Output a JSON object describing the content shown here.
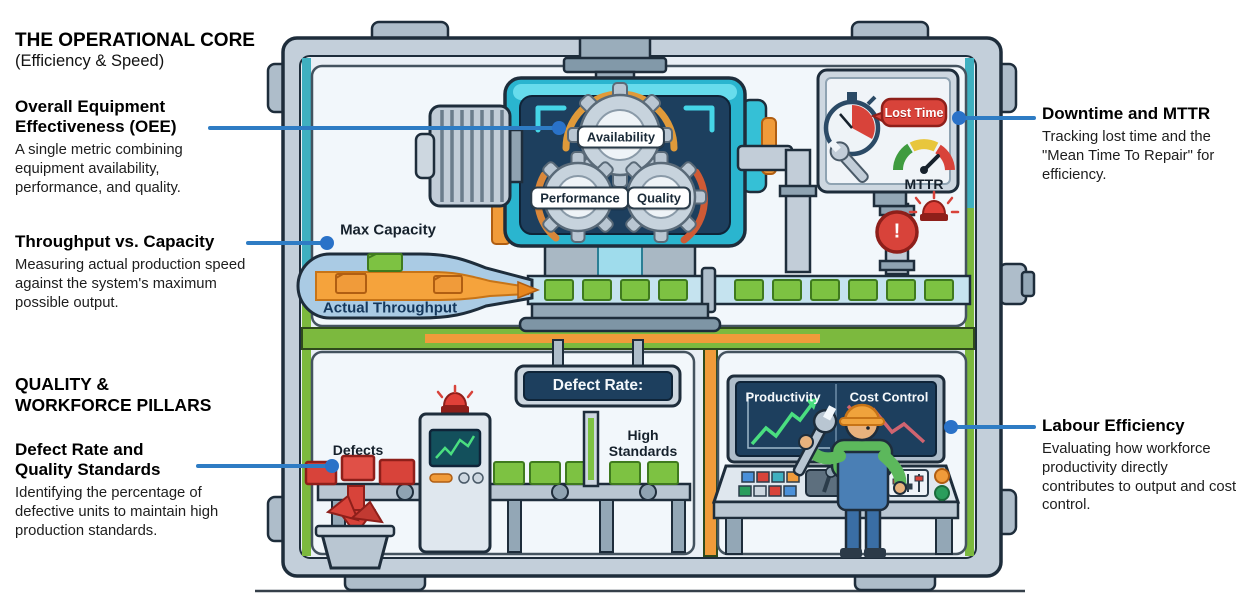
{
  "page": {
    "header_title": "THE OPERATIONAL CORE",
    "header_subtitle": "(Efficiency & Speed)",
    "pillars_title": "QUALITY & WORKFORCE PILLARS"
  },
  "callouts": [
    {
      "title": "Overall Equipment Effectiveness (OEE)",
      "desc": "A single metric combining equipment availability, performance, and quality."
    },
    {
      "title": "Throughput vs. Capacity",
      "desc": "Measuring actual production speed against the system's maximum possible output."
    },
    {
      "title": "Defect Rate and Quality Standards",
      "desc": "Identifying the percentage of defective units to maintain high production standards."
    },
    {
      "title": "Downtime and MTTR",
      "desc": "Tracking lost time and the \"Mean Time To Repair\" for efficiency."
    },
    {
      "title": "Labour Efficiency",
      "desc": "Evaluating how workforce productivity directly contributes to output and cost control."
    }
  ],
  "machine": {
    "gear_top": "Availability",
    "gear_left": "Performance",
    "gear_right": "Quality",
    "funnel_top": "Max Capacity",
    "funnel_bottom": "Actual Throughput",
    "badge": "Lost Time",
    "gauge": "MTTR",
    "alarm_mark": "!",
    "sign": "Defect Rate:",
    "defects": "Defects",
    "standards": "High Standards",
    "screen_left": "Productivity",
    "screen_right": "Cost Control"
  },
  "icons": {
    "stopwatch": "stopwatch-icon",
    "wrench": "wrench-icon",
    "mttr_gauge": "gauge-icon",
    "alarm_light": "alarm-light-icon",
    "warning_valve": "warning-valve-icon",
    "gears": "gear-icon"
  },
  "colors": {
    "accent_line": "#2e7cc4",
    "teal": "#2ab5cf",
    "navy_panel": "#1d3f5e",
    "orange": "#f09b3a",
    "green": "#7dc242",
    "red": "#d8433a"
  }
}
